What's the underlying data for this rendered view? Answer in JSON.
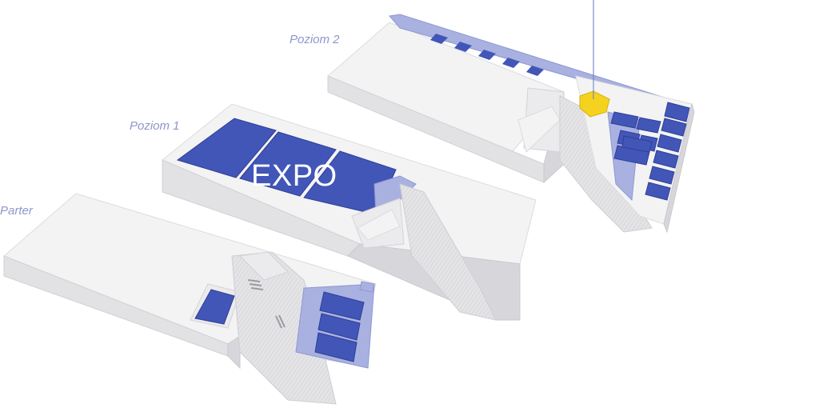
{
  "floors": [
    {
      "id": "parter",
      "label": "Parter"
    },
    {
      "id": "level1",
      "label": "Poziom 1"
    },
    {
      "id": "level2",
      "label": "Poziom 2"
    }
  ],
  "zones": {
    "expo": {
      "label": "EXPO"
    }
  },
  "colors": {
    "hall_blue": "#4256b8",
    "accent_lavender": "#a9b1e0",
    "highlight_yellow": "#f4d21f",
    "building_light": "#f3f3f4",
    "label_color": "#8d97cc"
  },
  "icons": {
    "marker_pin": "location-marker-icon"
  }
}
